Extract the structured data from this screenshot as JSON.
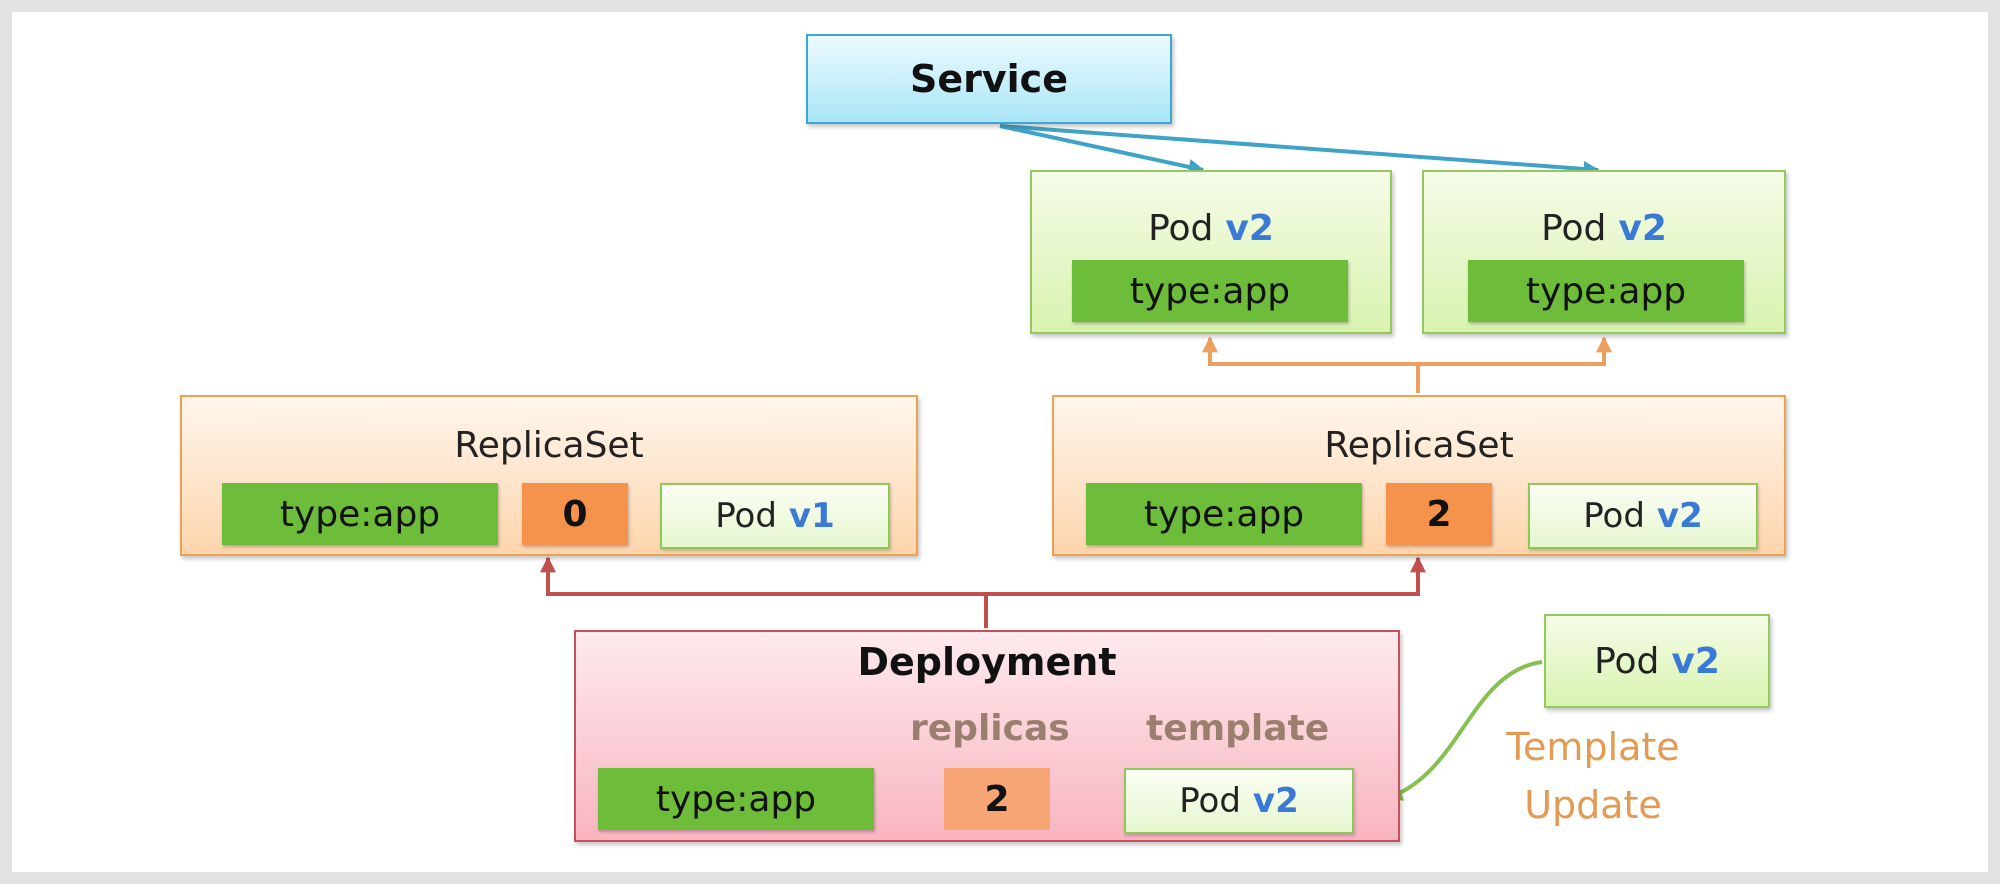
{
  "service": {
    "label": "Service"
  },
  "pods": [
    {
      "title": "Pod",
      "version": "v2",
      "label": "type:app"
    },
    {
      "title": "Pod",
      "version": "v2",
      "label": "type:app"
    }
  ],
  "replicasets": [
    {
      "title": "ReplicaSet",
      "label": "type:app",
      "count": "0",
      "pod_title": "Pod",
      "pod_version": "v1"
    },
    {
      "title": "ReplicaSet",
      "label": "type:app",
      "count": "2",
      "pod_title": "Pod",
      "pod_version": "v2"
    }
  ],
  "deployment": {
    "title": "Deployment",
    "label": "type:app",
    "replicas_label": "replicas",
    "replicas": "2",
    "template_label": "template",
    "template_pod_title": "Pod",
    "template_pod_version": "v2"
  },
  "new_pod": {
    "title": "Pod",
    "version": "v2"
  },
  "template_update": {
    "line1": "Template",
    "line2": "Update"
  },
  "colors": {
    "service_border": "#3aa7d6",
    "pod_border": "#94c95e",
    "label_green": "#6ebd3a",
    "replicaset_border": "#f0a050",
    "count_orange": "#f5924b",
    "deployment_border": "#c8505c",
    "version_blue": "#3a79d6",
    "update_orange": "#e39a52"
  }
}
